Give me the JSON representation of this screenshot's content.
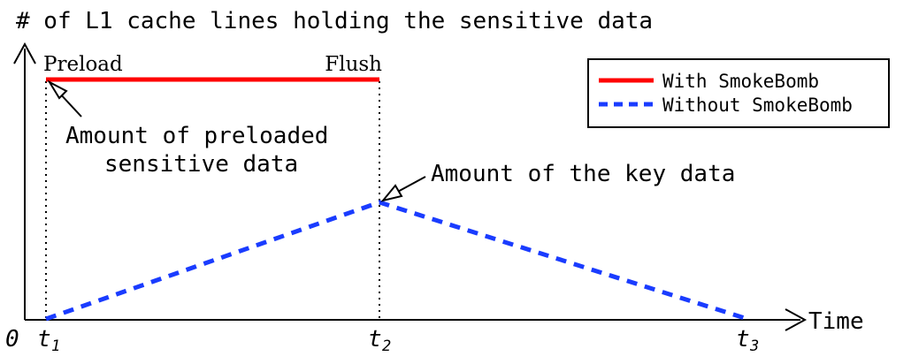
{
  "title": "# of L1 cache lines holding the sensitive data",
  "x_axis_label": "Time",
  "origin_label": "0",
  "time_markers": [
    {
      "base": "t",
      "sub": "1"
    },
    {
      "base": "t",
      "sub": "2"
    },
    {
      "base": "t",
      "sub": "3"
    }
  ],
  "event_labels": {
    "preload": "Preload",
    "flush": "Flush"
  },
  "annotations": {
    "preloaded_line1": "Amount of preloaded",
    "preloaded_line2": "sensitive data",
    "key_data": "Amount of the key data"
  },
  "legend": {
    "with_label": "With SmokeBomb",
    "without_label": "Without SmokeBomb"
  },
  "colors": {
    "with": "#ff0000",
    "without": "#1a3cff",
    "axis": "#000000"
  }
}
